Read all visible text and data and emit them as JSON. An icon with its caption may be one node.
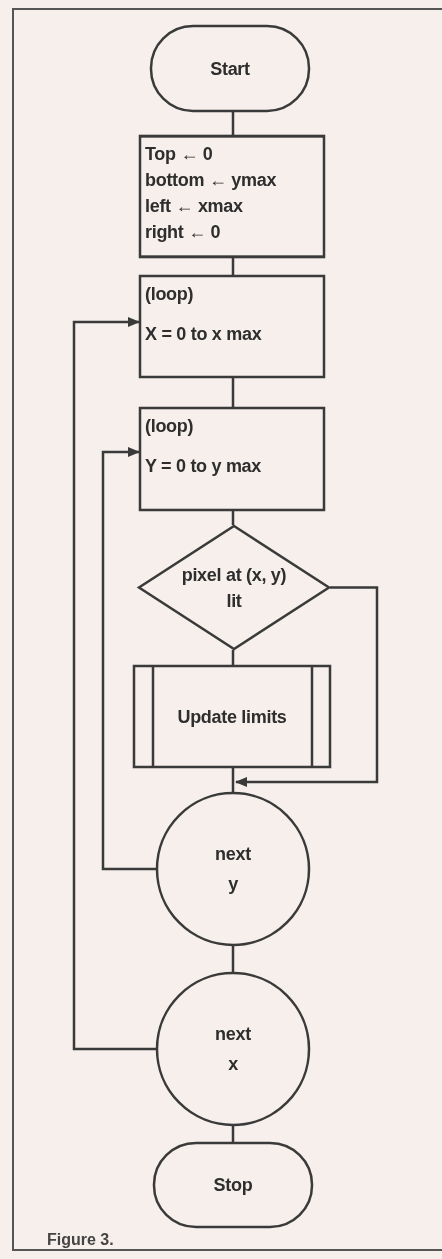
{
  "diagram": {
    "nodes": [
      {
        "text": [
          "Start"
        ]
      },
      {
        "text": [
          "Top ← 0",
          "bottom ← ymax",
          "left ← xmax",
          "right ← 0"
        ]
      },
      {
        "text": [
          "(loop)",
          "X = 0 to x max"
        ]
      },
      {
        "text": [
          "(loop)",
          "Y = 0 to y max"
        ]
      },
      {
        "text": [
          "pixel at (x, y) lit"
        ]
      },
      {
        "text": [
          "Update limits"
        ]
      },
      {
        "text": [
          "next y"
        ]
      },
      {
        "text": [
          "next x"
        ]
      },
      {
        "text": [
          "Stop"
        ]
      }
    ],
    "edges": [
      {
        "from": 0,
        "to": 1,
        "arrow": "none"
      },
      {
        "from": 1,
        "to": 2,
        "arrow": "none"
      },
      {
        "from": 2,
        "to": 3,
        "arrow": "none"
      },
      {
        "from": 3,
        "to": 4,
        "arrow": "none"
      },
      {
        "from": 4,
        "to": 5,
        "arrow": "none"
      },
      {
        "from": 5,
        "to": 6,
        "arrow": "none"
      },
      {
        "from": 4,
        "to": 6,
        "arrow": "to"
      },
      {
        "from": 6,
        "to": 3,
        "arrow": "to"
      },
      {
        "from": 6,
        "to": 7,
        "arrow": "none"
      },
      {
        "from": 7,
        "to": 2,
        "arrow": "to"
      },
      {
        "from": 7,
        "to": 8,
        "arrow": "none"
      }
    ],
    "labels": [
      "Figure 3."
    ]
  }
}
